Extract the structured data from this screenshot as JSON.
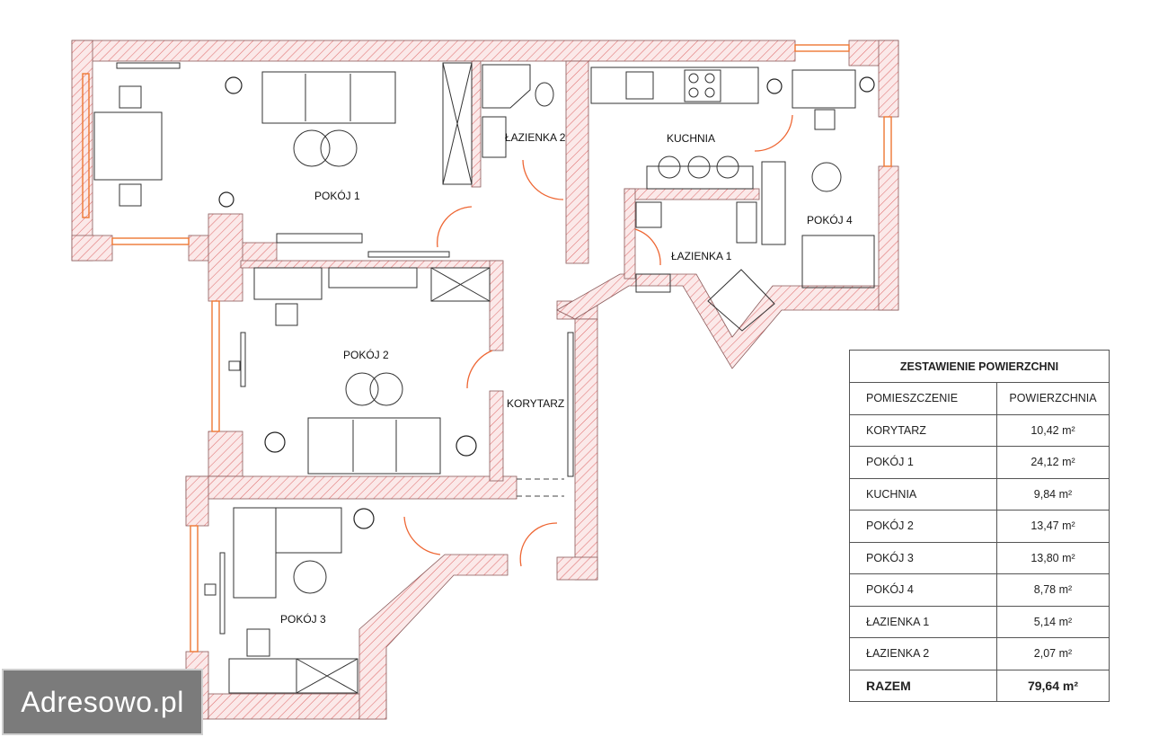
{
  "rooms": {
    "pokoj1": "POKÓJ 1",
    "lazienka2": "ŁAZIENKA 2",
    "kuchnia": "KUCHNIA",
    "pokoj4": "POKÓJ 4",
    "lazienka1": "ŁAZIENKA 1",
    "pokoj2": "POKÓJ 2",
    "korytarz": "KORYTARZ",
    "pokoj3": "POKÓJ 3"
  },
  "table": {
    "title": "ZESTAWIENIE POWIERZCHNI",
    "col_room": "POMIESZCZENIE",
    "col_area": "POWIERZCHNIA",
    "rows": [
      {
        "name": "KORYTARZ",
        "area": "10,42 m²"
      },
      {
        "name": "POKÓJ 1",
        "area": "24,12 m²"
      },
      {
        "name": "KUCHNIA",
        "area": "9,84 m²"
      },
      {
        "name": "POKÓJ 2",
        "area": "13,47 m²"
      },
      {
        "name": "POKÓJ 3",
        "area": "13,80 m²"
      },
      {
        "name": "POKÓJ 4",
        "area": "8,78 m²"
      },
      {
        "name": "ŁAZIENKA 1",
        "area": "5,14 m²"
      },
      {
        "name": "ŁAZIENKA 2",
        "area": "2,07 m²"
      }
    ],
    "total_label": "RAZEM",
    "total_area": "79,64 m²"
  },
  "watermark": "Adresowo.pl",
  "colors": {
    "wall_hatch": "#e07070",
    "wall_fill": "#fbe9e9",
    "window": "#ee7733",
    "door": "#ee6633"
  }
}
